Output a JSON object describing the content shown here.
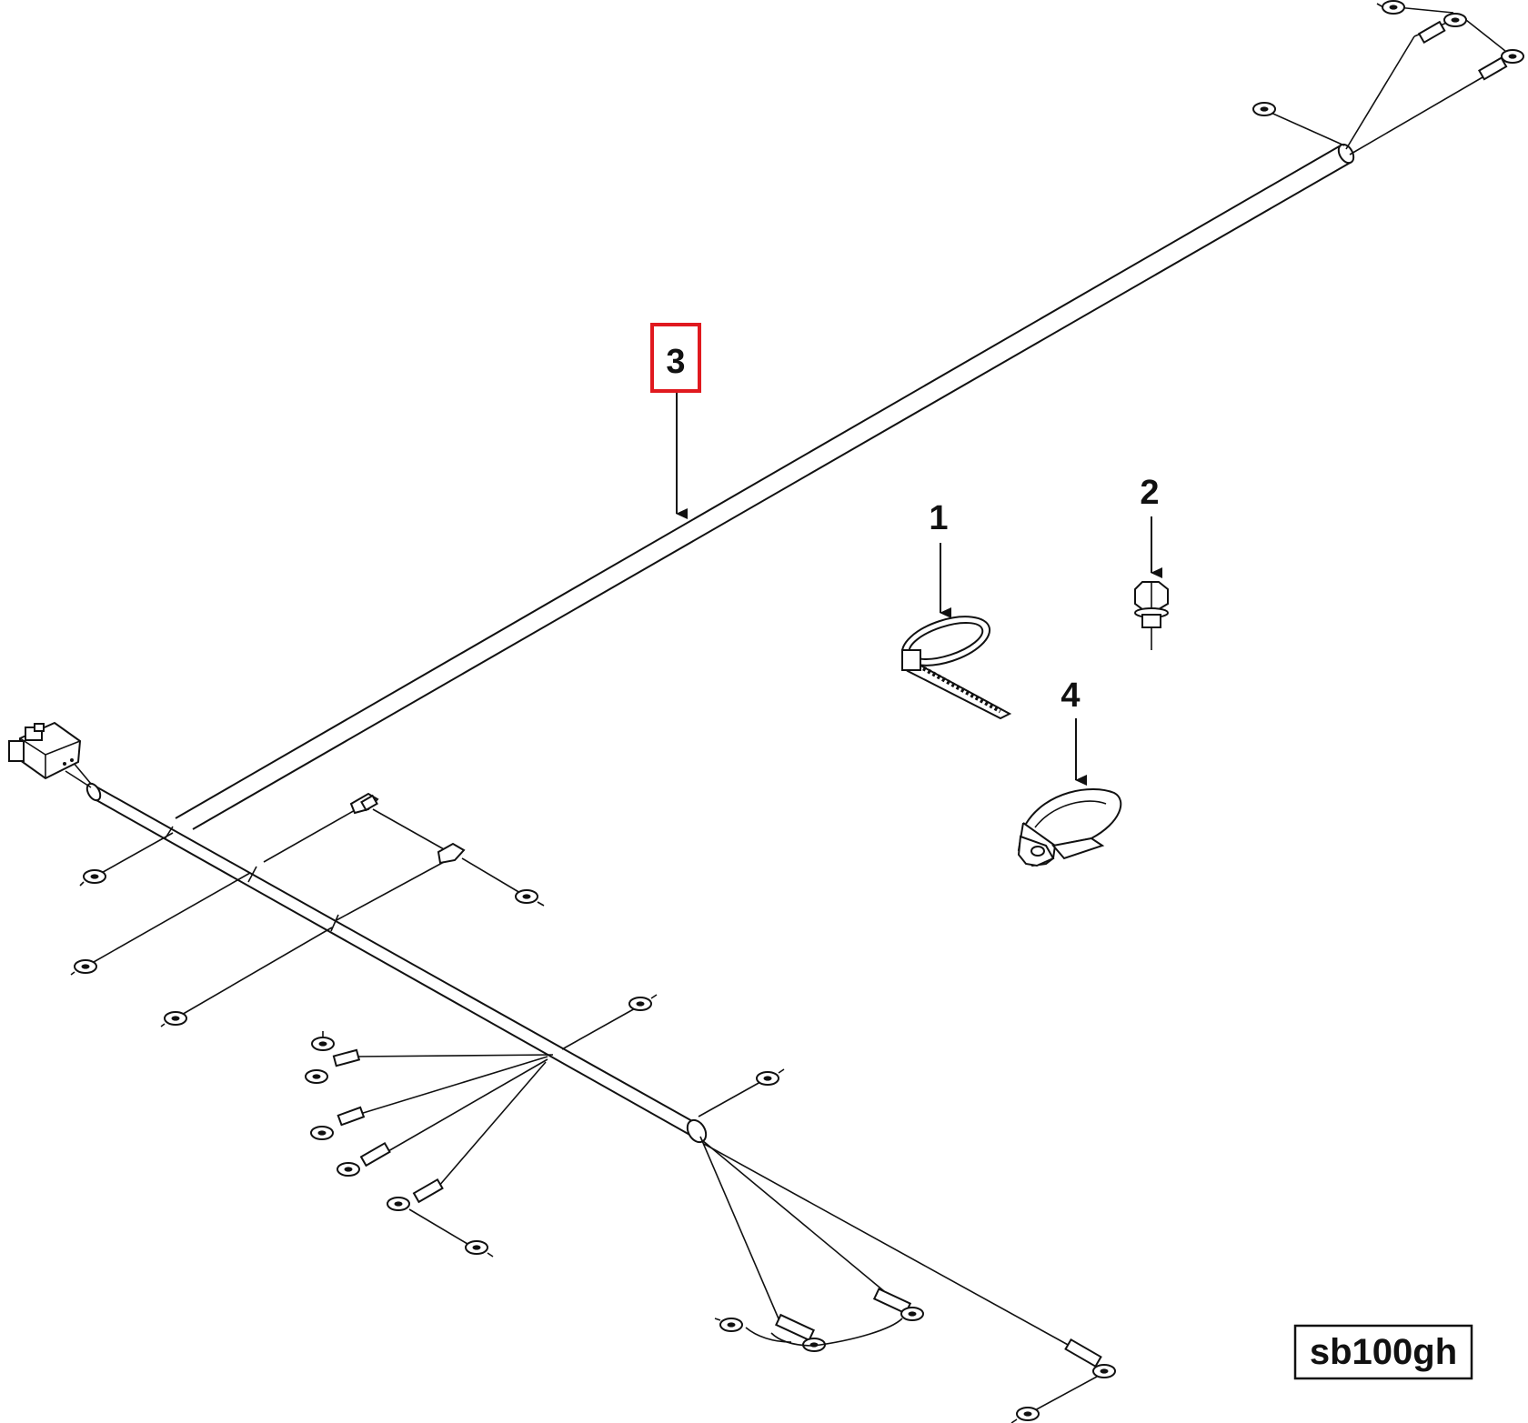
{
  "callouts": [
    {
      "id": "1",
      "label": "1"
    },
    {
      "id": "2",
      "label": "2"
    },
    {
      "id": "3",
      "label": "3",
      "highlighted": true
    },
    {
      "id": "4",
      "label": "4"
    }
  ],
  "reference_code": "sb100gh",
  "colors": {
    "line": "#111111",
    "highlight": "#e0191f",
    "background": "#ffffff"
  }
}
